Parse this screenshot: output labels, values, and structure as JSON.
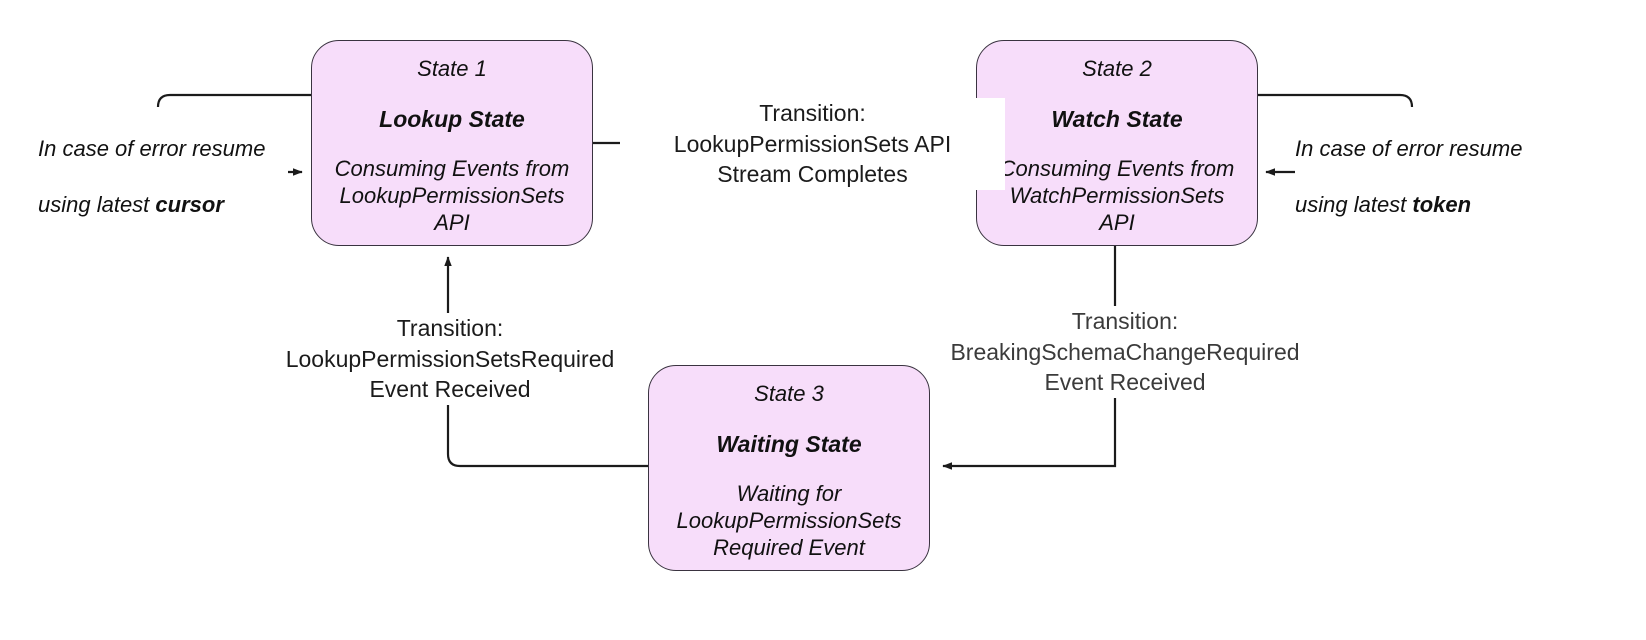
{
  "diagram": {
    "type": "state-machine",
    "background_color": "#ffffff",
    "node_fill_color": "#f7ddfa",
    "node_border_color": "#3a3340",
    "edge_color": "#1b1b1b"
  },
  "states": [
    {
      "index_label": "State 1",
      "title": "Lookup State",
      "description": "Consuming Events from\nLookupPermissionSets\nAPI"
    },
    {
      "index_label": "State 2",
      "title": "Watch State",
      "description": "Consuming Events from\nWatchPermissionSets\nAPI"
    },
    {
      "index_label": "State 3",
      "title": "Waiting State",
      "description": "Waiting for\nLookupPermissionSets\nRequired Event"
    }
  ],
  "transitions": [
    {
      "id": "lookup-to-watch",
      "label": "Transition:\nLookupPermissionSets API\nStream Completes"
    },
    {
      "id": "waiting-to-lookup",
      "label": "Transition:\nLookupPermissionSetsRequired\nEvent Received"
    },
    {
      "id": "watch-to-waiting",
      "label": "Transition:\nBreakingSchemaChangeRequired\nEvent Received"
    }
  ],
  "self_loops": [
    {
      "id": "lookup-error-loop",
      "line1": "In case of error resume",
      "line2_prefix": "using latest ",
      "line2_bold": "cursor"
    },
    {
      "id": "watch-error-loop",
      "line1": "In case of error resume",
      "line2_prefix": "using latest ",
      "line2_bold": "token"
    }
  ]
}
